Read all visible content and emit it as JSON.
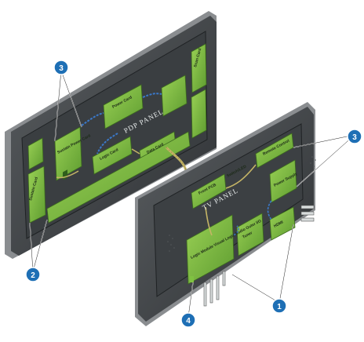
{
  "colors": {
    "frame": "#3b3f42",
    "frame_edge": "#6b6f72",
    "board": "#7fc241",
    "board_dark": "#4f8a2a",
    "callout": "#1e6fb5",
    "ribbon": "#c4b466",
    "blue_cable": "#3a78c8"
  },
  "back_panel": {
    "title": "PDP PANEL",
    "boards": {
      "sustain_power": "Sustain Power Card",
      "power_card": "Power Card",
      "logic_card": "Logic Card",
      "data_card": "Data Card",
      "scan_card": "Scan Card",
      "sustain_card": "Sustain Card"
    }
  },
  "front_panel": {
    "title": "TV PANEL",
    "boards": {
      "front_pcb": "Front PCB",
      "switch_led": "Switch/LED",
      "remote_control": "Remote Control",
      "power_supply": "Power Supply",
      "tuner": "Tuner",
      "hdmi": "HDMI",
      "logic_module": "Logic Module Visual Logic Audio Outer I/O"
    }
  },
  "callouts": [
    "1",
    "2",
    "3",
    "3",
    "4"
  ]
}
